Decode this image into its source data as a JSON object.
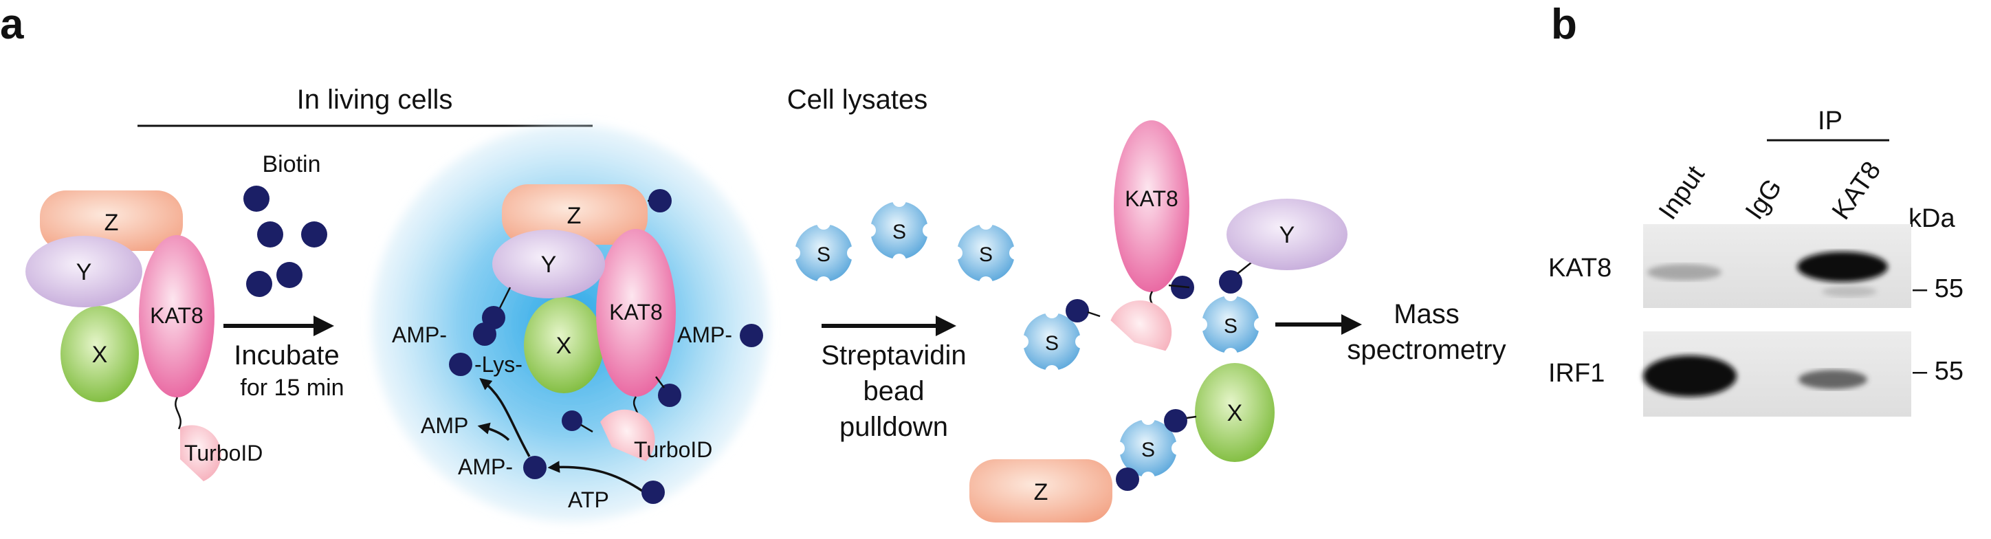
{
  "panel_a": {
    "label": "a",
    "in_living_cells": "In living cells",
    "cell_lysates": "Cell lysates",
    "biotin": "Biotin",
    "incubate": "Incubate",
    "for_15_min": "for 15 min",
    "protein_z": "Z",
    "protein_y": "Y",
    "protein_x": "X",
    "kat8": "KAT8",
    "turboid": "TurboID",
    "amp_dash": "AMP-",
    "lys": "-Lys-",
    "amp": "AMP",
    "atp": "ATP",
    "streptavidin": "S",
    "pulldown_line1": "Streptavidin",
    "pulldown_line2": "bead",
    "pulldown_line3": "pulldown",
    "mass_line1": "Mass",
    "mass_line2": "spectrometry"
  },
  "panel_b": {
    "label": "b",
    "ip": "IP",
    "lanes": [
      "Input",
      "IgG",
      "KAT8"
    ],
    "unit": "kDa",
    "rows": [
      {
        "name": "KAT8",
        "marker": "– 55"
      },
      {
        "name": "IRF1",
        "marker": "– 55"
      }
    ]
  },
  "colors": {
    "biotin": "#1b1f66",
    "kat8": "#e85d9a",
    "protein_z": "#f4a78a",
    "protein_y": "#c9b0dc",
    "protein_x": "#7fbf3a",
    "turboid": "#f7b7c1",
    "streptavidin": "#4a9ed6",
    "cell_glow": "#1aa1e6"
  }
}
